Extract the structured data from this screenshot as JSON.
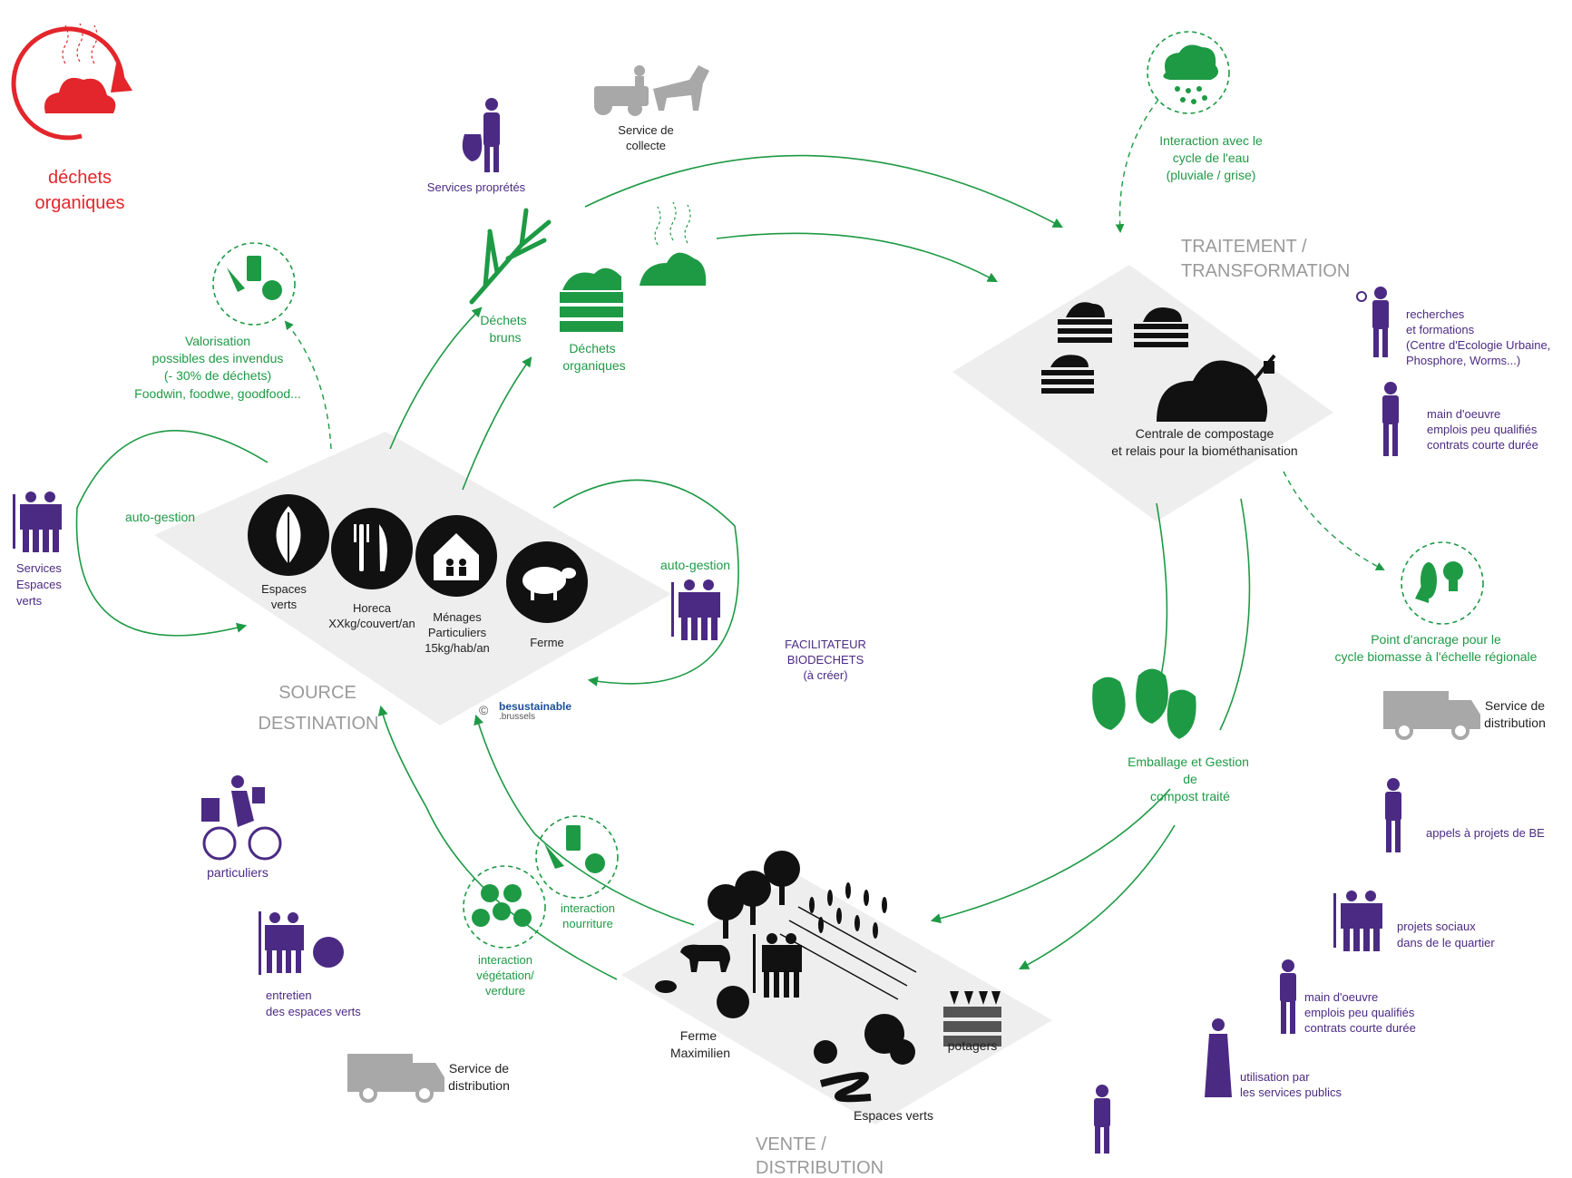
{
  "colors": {
    "green": "#1e9a45",
    "purple": "#4b2a84",
    "gray": "#9a9a9a",
    "dark": "#222222",
    "red": "#e3262b",
    "diamond": "#eeeeee"
  },
  "legend": {
    "title_line1": "déchets",
    "title_line2": "organiques",
    "icon": "steaming-waste-cycle-icon"
  },
  "sections": {
    "source": {
      "line1": "SOURCE",
      "line2": "DESTINATION"
    },
    "treatment": {
      "line1": "TRAITEMENT /",
      "line2": "TRANSFORMATION"
    },
    "sale": {
      "line1": "VENTE /",
      "line2": "DISTRIBUTION"
    }
  },
  "source_items": {
    "espaces_verts": {
      "line1": "Espaces",
      "line2": "verts",
      "icon": "leaf-icon"
    },
    "horeca": {
      "line1": "Horeca",
      "line2": "XXkg/couvert/an",
      "icon": "cutlery-icon"
    },
    "menages": {
      "line1": "Ménages",
      "line2": "Particuliers",
      "line3": "15kg/hab/an",
      "icon": "house-family-icon"
    },
    "ferme": {
      "label": "Ferme",
      "icon": "sheep-icon"
    }
  },
  "waste_streams": {
    "bruns": {
      "line1": "Déchets",
      "line2": "bruns",
      "icon": "branch-icon"
    },
    "organiques": {
      "line1": "Déchets",
      "line2": "organiques",
      "icon": "vegetable-crate-icon"
    },
    "steam_icon": "steaming-pile-icon"
  },
  "services": {
    "collecte": {
      "line1": "Service de",
      "line2": "collecte",
      "icon": "horse-cart-icon"
    },
    "proprete": {
      "label": "Services proprétés",
      "icon": "person-trash-bag-icon"
    },
    "espaces_verts_left": {
      "line1": "Services",
      "line2": "Espaces",
      "line3": "verts",
      "icon": "farmers-icon"
    }
  },
  "loops": {
    "auto_left": "auto-gestion",
    "auto_right": "auto-gestion"
  },
  "valorisation": {
    "line1": "Valorisation",
    "line2": "possibles des invendus",
    "line3": "(- 30% de déchets)",
    "line4": "Foodwin, foodwe, goodfood...",
    "icon": "food-products-icon"
  },
  "eau": {
    "line1": "Interaction avec le",
    "line2": "cycle de l'eau",
    "line3": "(pluviale / grise)",
    "icon": "rain-cloud-icon"
  },
  "treatment_center": {
    "line1": "Centrale de compostage",
    "line2": "et relais pour la biométhanisation",
    "icon": "compost-pile-icon"
  },
  "right_actors": {
    "recherches": {
      "line1": "recherches",
      "line2": "et formations",
      "line3": "(Centre d'Ecologie Urbaine,",
      "line4": "Phosphore, Worms...)"
    },
    "main_oeuvre_1": {
      "line1": "main d'oeuvre",
      "line2": "emplois peu qualifiés",
      "line3": "contrats courte durée"
    },
    "ancrage": {
      "line1": "Point d'ancrage pour le",
      "line2": "cycle biomasse à l'échelle régionale",
      "icon": "corn-bulb-icon"
    },
    "distribution_right": {
      "line1": "Service de",
      "line2": "distribution",
      "icon": "truck-icon"
    },
    "appels": {
      "label": "appels à projets de BE"
    },
    "projets_sociaux": {
      "line1": "projets sociaux",
      "line2": "dans de le quartier"
    },
    "main_oeuvre_2": {
      "line1": "main d'oeuvre",
      "line2": "emplois peu qualifiés",
      "line3": "contrats courte durée"
    },
    "services_publics": {
      "line1": "utilisation par",
      "line2": "les services publics"
    }
  },
  "facilitateur": {
    "line1": "FACILITATEUR",
    "line2": "BIODECHETS",
    "line3": "(à créer)"
  },
  "emballage": {
    "line1": "Emballage et Gestion",
    "line2": "de",
    "line3": "compost traité",
    "icon": "compost-bags-icon"
  },
  "left_actors": {
    "particuliers": {
      "label": "particuliers",
      "icon": "cyclist-icon"
    },
    "entretien": {
      "line1": "entretien",
      "line2": "des espaces verts",
      "icon": "farmers-sheep-icon"
    },
    "distribution_left": {
      "line1": "Service de",
      "line2": "distribution",
      "icon": "truck-icon"
    }
  },
  "interactions": {
    "nourriture": {
      "line1": "interaction",
      "line2": "nourriture",
      "icon": "food-products-icon"
    },
    "vegetation": {
      "line1": "interaction",
      "line2": "végétation/",
      "line3": "verdure",
      "icon": "trees-icon"
    }
  },
  "farm": {
    "ferme": {
      "line1": "Ferme",
      "line2": "Maximilien"
    },
    "potagers": "potagers",
    "espaces_verts": "Espaces verts"
  },
  "logo": {
    "copyright": "©",
    "line1": "besustainable",
    "line2": ".brussels"
  }
}
